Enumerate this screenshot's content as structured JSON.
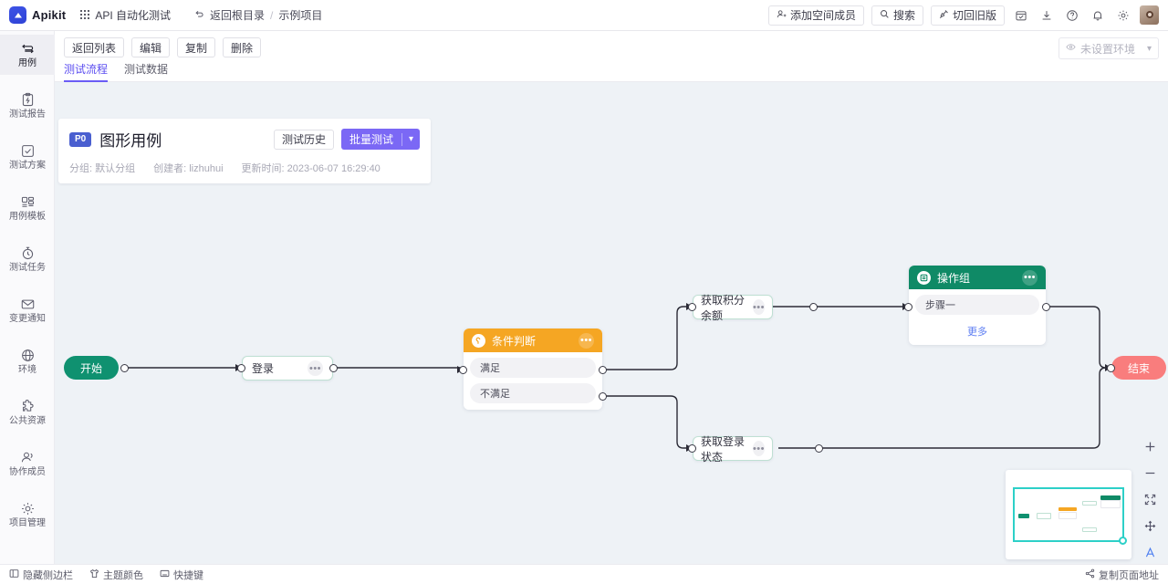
{
  "header": {
    "brand": "Apikit",
    "module": "API 自动化测试",
    "breadcrumb": {
      "back": "返回根目录",
      "separator": "/",
      "current": "示例项目"
    },
    "actions": {
      "add_member": "添加空间成员",
      "search": "搜索",
      "switch_old": "切回旧版"
    },
    "icons": [
      "grid-icon",
      "back-arrow-icon",
      "user-plus-icon",
      "search-icon",
      "pin-icon",
      "calendar-check-icon",
      "download-icon",
      "help-icon",
      "bell-icon",
      "gear-icon",
      "avatar"
    ]
  },
  "sidebar": {
    "items": [
      {
        "label": "用例",
        "icon": "swap-icon",
        "active": true
      },
      {
        "label": "测试报告",
        "icon": "clipboard-bolt-icon",
        "active": false
      },
      {
        "label": "测试方案",
        "icon": "check-square-icon",
        "active": false
      },
      {
        "label": "用例模板",
        "icon": "layout-icon",
        "active": false
      },
      {
        "label": "测试任务",
        "icon": "stopwatch-icon",
        "active": false
      },
      {
        "label": "变更通知",
        "icon": "mail-icon",
        "active": false
      },
      {
        "label": "环境",
        "icon": "globe-icon",
        "active": false
      },
      {
        "label": "公共资源",
        "icon": "puzzle-icon",
        "active": false
      },
      {
        "label": "协作成员",
        "icon": "users-icon",
        "active": false
      },
      {
        "label": "项目管理",
        "icon": "gear-icon",
        "active": false
      }
    ]
  },
  "toolbar": {
    "buttons": [
      "返回列表",
      "编辑",
      "复制",
      "删除"
    ],
    "environment": {
      "value": "未设置环境",
      "icon": "eye-icon"
    }
  },
  "tabs": [
    {
      "label": "测试流程",
      "active": true
    },
    {
      "label": "测试数据",
      "active": false
    }
  ],
  "title_card": {
    "priority": "P0",
    "title": "图形用例",
    "history_button": "测试历史",
    "batch_button": "批量测试",
    "meta": [
      "分组: 默认分组",
      "创建者: lizhuhui",
      "更新时间: 2023-06-07 16:29:40"
    ]
  },
  "flow": {
    "nodes": [
      {
        "id": "start",
        "type": "terminal",
        "label": "开始",
        "color": "#0f9170"
      },
      {
        "id": "login",
        "type": "simple",
        "label": "登录"
      },
      {
        "id": "cond",
        "type": "group",
        "label": "条件判断",
        "header_color": "#f5a623",
        "rows": [
          "满足",
          "不满足"
        ]
      },
      {
        "id": "points",
        "type": "simple",
        "label": "获取积分余额"
      },
      {
        "id": "loginst",
        "type": "simple",
        "label": "获取登录状态"
      },
      {
        "id": "opgroup",
        "type": "group",
        "label": "操作组",
        "header_color": "#0f8a66",
        "rows": [
          "步骤一"
        ],
        "more": "更多"
      },
      {
        "id": "end",
        "type": "terminal",
        "label": "结束",
        "color": "#f97d7d"
      }
    ]
  },
  "minimap": {
    "viewport_color": "#2dd0c8"
  },
  "zoom_controls": [
    "zoom-in-icon",
    "zoom-out-icon",
    "fit-screen-icon",
    "pan-icon",
    "text-icon"
  ],
  "bottombar": {
    "items": [
      {
        "label": "隐藏侧边栏",
        "icon": "panel-left-icon"
      },
      {
        "label": "主题颜色",
        "icon": "shirt-icon"
      },
      {
        "label": "快捷键",
        "icon": "keyboard-icon"
      }
    ],
    "copy_link": {
      "label": "复制页面地址",
      "icon": "share-icon"
    }
  }
}
